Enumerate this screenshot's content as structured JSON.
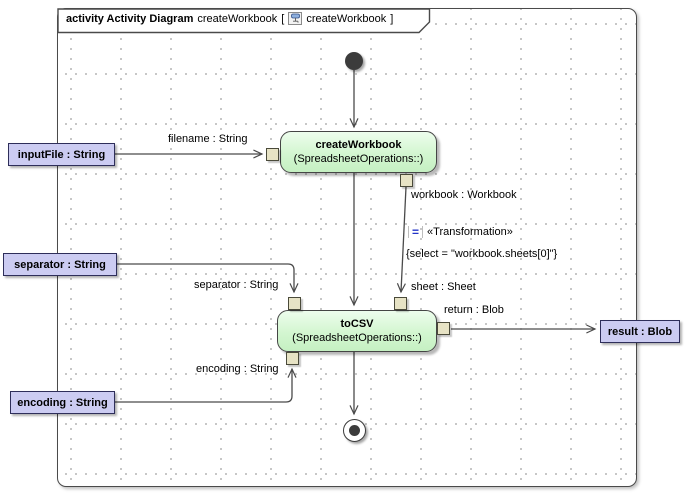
{
  "frame": {
    "title_keyword": "activity Activity Diagram",
    "title_name": "createWorkbook",
    "title_bracket_open": "[",
    "title_ref_name": "createWorkbook",
    "title_bracket_close": "]",
    "title_icon": "activity-diagram-icon"
  },
  "actions": {
    "create_workbook": {
      "name": "createWorkbook",
      "operation": "(SpreadsheetOperations::)"
    },
    "to_csv": {
      "name": "toCSV",
      "operation": "(SpreadsheetOperations::)"
    }
  },
  "activity_parameters": {
    "input_file": {
      "label": "inputFile : String"
    },
    "separator": {
      "label": "separator : String"
    },
    "encoding": {
      "label": "encoding : String"
    },
    "result": {
      "label": "result : Blob"
    }
  },
  "edge_labels": {
    "filename": "filename : String",
    "workbook": "workbook : Workbook",
    "sheet": "sheet : Sheet",
    "separator": "separator : String",
    "encoding": "encoding : String",
    "return_blob": "return : Blob"
  },
  "transformation": {
    "icon_glyph": "=",
    "stereotype": "«Transformation»",
    "constraint": "{select = \"workbook.sheets[0]\"}"
  },
  "colors": {
    "action_fill": "#cdf3ca",
    "pin_fill": "#e7e3c5",
    "parameter_fill": "#ccccf2",
    "edge": "#4a4a4a",
    "transformation_icon_blue": "#2334c8"
  }
}
